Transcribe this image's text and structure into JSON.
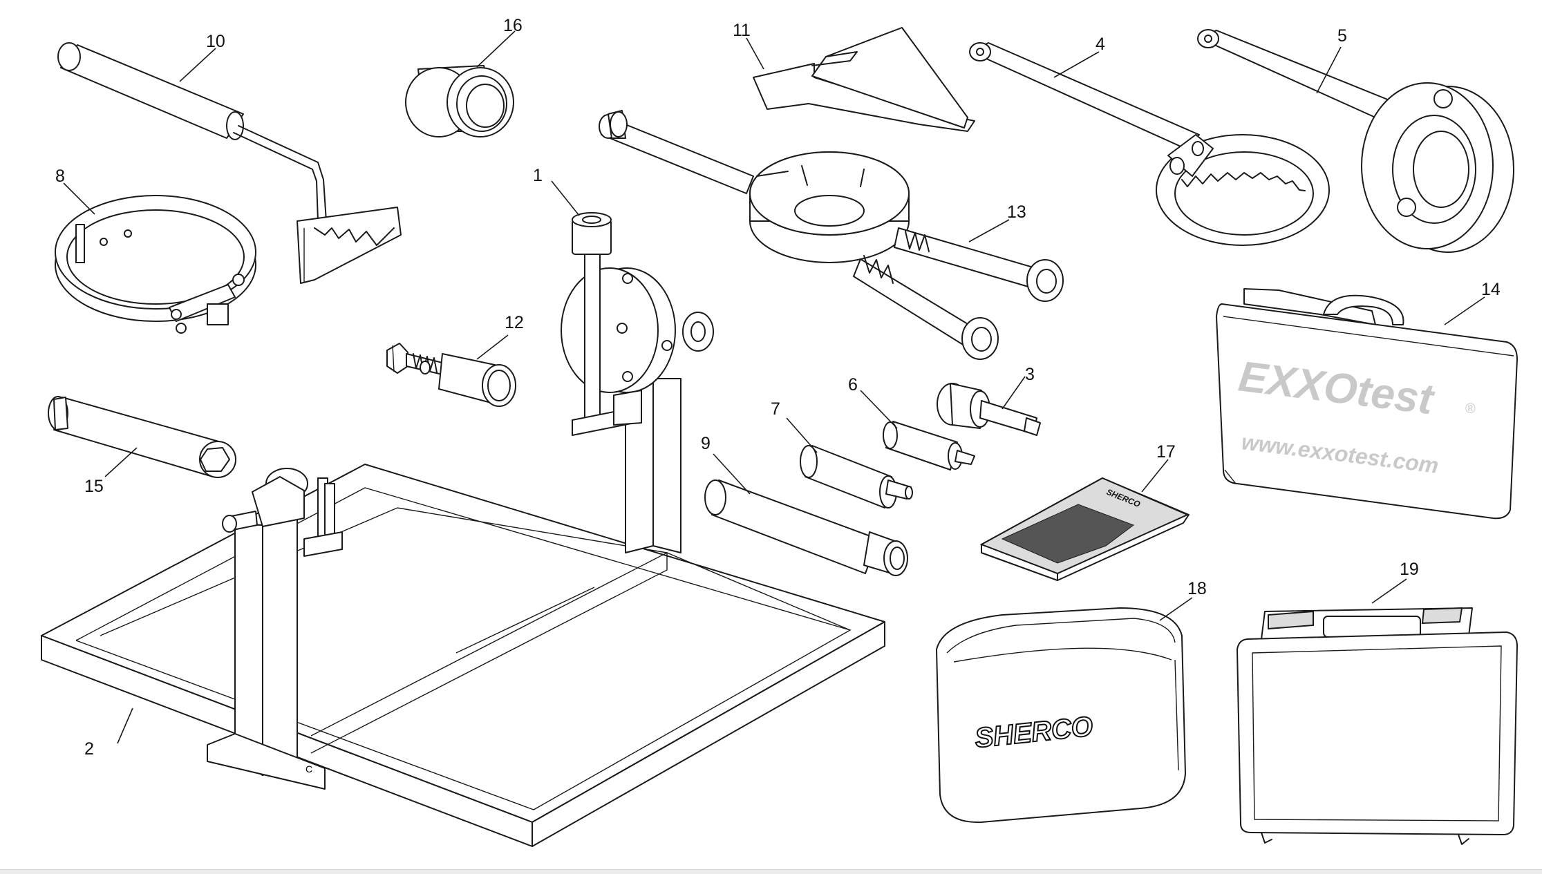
{
  "callouts": [
    "1",
    "2",
    "3",
    "4",
    "5",
    "6",
    "7",
    "8",
    "9",
    "10",
    "11",
    "12",
    "13",
    "14",
    "15",
    "16",
    "17",
    "18",
    "19"
  ],
  "brands": {
    "case_logo": "EXXOtest",
    "case_registered": "®",
    "case_url": "www.exxotest.com",
    "bag_logo": "SHERCO",
    "manual_logo": "SHERCO",
    "stand_mark": "C"
  }
}
